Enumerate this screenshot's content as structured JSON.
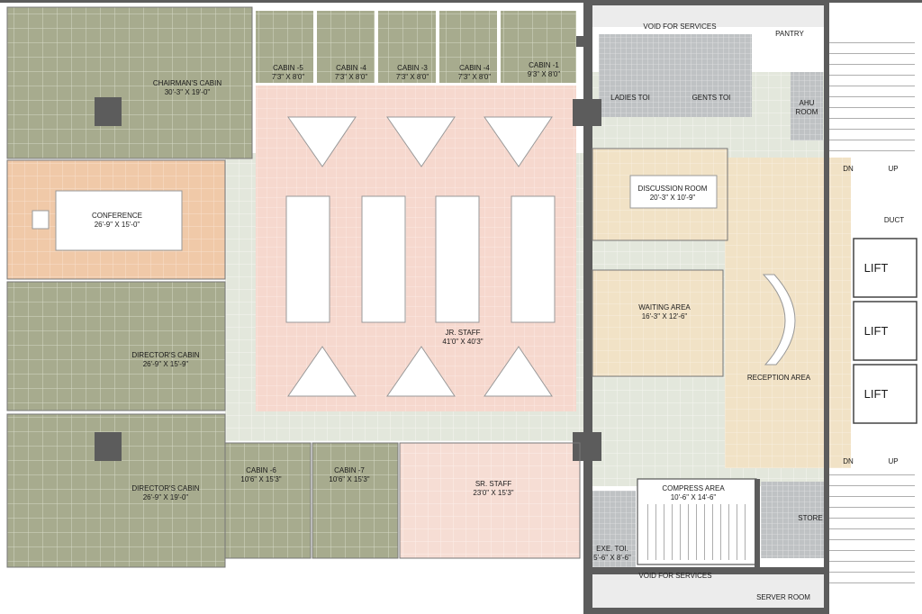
{
  "plan": {
    "rooms": {
      "chairman": {
        "name": "CHAIRMAN'S CABIN",
        "dim": "30'-3\" X 19'-0\""
      },
      "conference": {
        "name": "CONFERENCE",
        "dim": "26'-9\" X 15'-0\""
      },
      "director1": {
        "name": "DIRECTOR'S CABIN",
        "dim": "26'-9\" X 15'-9\""
      },
      "director2": {
        "name": "DIRECTOR'S CABIN",
        "dim": "26'-9\" X 19'-0\""
      },
      "cabin5": {
        "name": "CABIN -5",
        "dim": "7'3\" X 8'0\""
      },
      "cabin4a": {
        "name": "CABIN -4",
        "dim": "7'3\" X 8'0\""
      },
      "cabin3": {
        "name": "CABIN -3",
        "dim": "7'3\" X 8'0\""
      },
      "cabin4b": {
        "name": "CABIN -4",
        "dim": "7'3\" X 8'0\""
      },
      "cabin1": {
        "name": "CABIN -1",
        "dim": "9'3\" X 8'0\""
      },
      "jrstaff": {
        "name": "JR. STAFF",
        "dim": "41'0\" X 40'3\""
      },
      "cabin6": {
        "name": "CABIN -6",
        "dim": "10'6\" X 15'3\""
      },
      "cabin7": {
        "name": "CABIN -7",
        "dim": "10'6\" X 15'3\""
      },
      "srstaff": {
        "name": "SR. STAFF",
        "dim": "23'0\" X 15'3\""
      },
      "discussion": {
        "name": "DISCUSSION ROOM",
        "dim": "20'-3\" X 10'-9\""
      },
      "waiting": {
        "name": "WAITING AREA",
        "dim": "16'-3\" X 12'-6\""
      },
      "compress": {
        "name": "COMPRESS AREA",
        "dim": "10'-6\" X 14'-6\""
      },
      "exetoi": {
        "name": "EXE. TOI.",
        "dim": "5'-6\" X 8'-6\""
      }
    },
    "labels": {
      "void_top": "VOID FOR SERVICES",
      "pantry": "PANTRY",
      "ladies": "LADIES TOI",
      "gents": "GENTS TOI",
      "ahu": "AHU",
      "ahu2": "ROOM",
      "dn1": "DN",
      "up1": "UP",
      "duct": "DUCT",
      "lift1": "LIFT",
      "lift2": "LIFT",
      "lift3": "LIFT",
      "reception": "RECEPTION AREA",
      "dn2": "DN",
      "up2": "UP",
      "store": "STORE",
      "void_bottom": "VOID FOR SERVICES",
      "server": "SERVER ROOM"
    }
  }
}
